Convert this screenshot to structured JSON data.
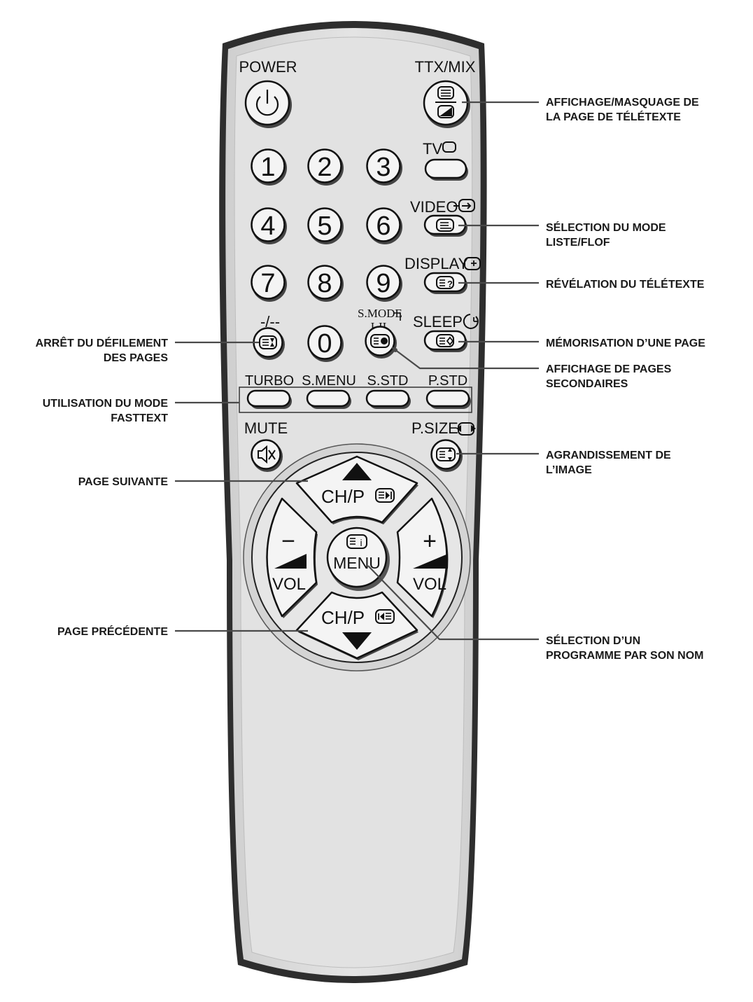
{
  "remote": {
    "labels": {
      "power": "POWER",
      "ttx_mix": "TTX/MIX",
      "tv": "TV",
      "video": "VIDEO",
      "display": "DISPLAY",
      "sleep": "SLEEP",
      "dash": "-/--",
      "s_mode": "S.MODE",
      "i_ii": "I-II",
      "turbo": "TURBO",
      "s_menu": "S.MENU",
      "s_std": "S.STD",
      "p_std": "P.STD",
      "mute": "MUTE",
      "p_size": "P.SIZE",
      "ch_p_up": "CH/P",
      "ch_p_down": "CH/P",
      "vol_minus_sign": "−",
      "vol_plus_sign": "+",
      "vol_left": "VOL",
      "vol_right": "VOL",
      "menu": "MENU"
    },
    "digits": [
      "1",
      "2",
      "3",
      "4",
      "5",
      "6",
      "7",
      "8",
      "9",
      "0"
    ]
  },
  "callouts": {
    "teletext_toggle": "AFFICHAGE/MASQUAGE DE\nLA PAGE DE TÉLÉTEXTE",
    "list_flof": "SÉLECTION DU MODE\nLISTE/FLOF",
    "reveal": "RÉVÉLATION DU TÉLÉTEXTE",
    "store_page": "MÉMORISATION D’UNE PAGE",
    "sub_pages": "AFFICHAGE DE PAGES\nSECONDAIRES",
    "enlarge": "AGRANDISSEMENT DE\nL’IMAGE",
    "program_name": "SÉLECTION D’UN\nPROGRAMME PAR SON NOM",
    "hold": "ARRÊT DU DÉFILEMENT\nDES PAGES",
    "fasttext": "UTILISATION DU MODE\nFASTTEXT",
    "next_page": "PAGE SUIVANTE",
    "prev_page": "PAGE PRÉCÉDENTE"
  },
  "colors": {
    "body": "#dedede",
    "rim": "#3a3a3a",
    "button": "#f2f2f2",
    "line": "#4a4a4a"
  }
}
